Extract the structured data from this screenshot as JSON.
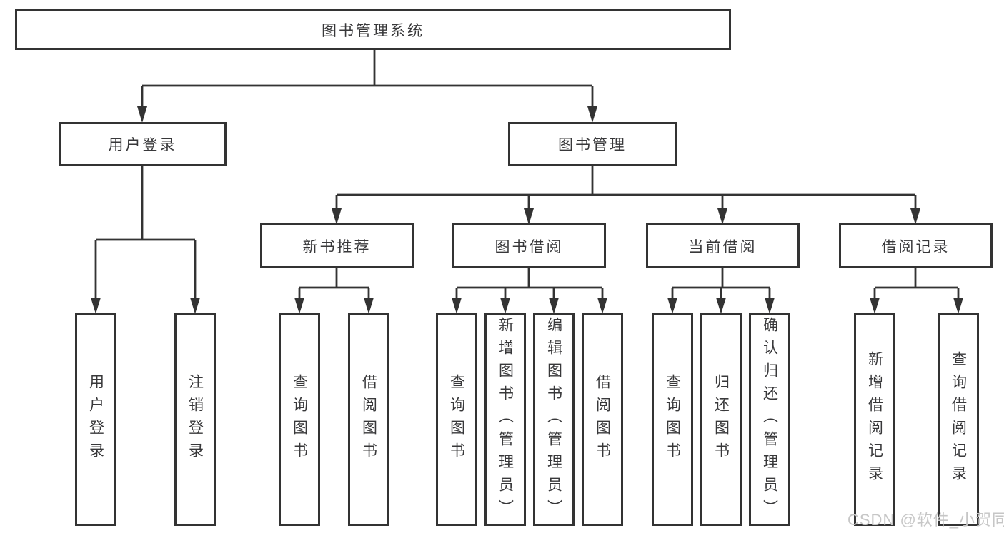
{
  "tree": {
    "root": {
      "label": "图书管理系统",
      "children": [
        {
          "label": "用户登录",
          "children": [
            {
              "label": "用户登录"
            },
            {
              "label": "注销登录"
            }
          ]
        },
        {
          "label": "图书管理",
          "children": [
            {
              "label": "新书推荐",
              "children": [
                {
                  "label": "查询图书"
                },
                {
                  "label": "借阅图书"
                }
              ]
            },
            {
              "label": "图书借阅",
              "children": [
                {
                  "label": "查询图书"
                },
                {
                  "label": "新增图书（管理员）"
                },
                {
                  "label": "编辑图书（管理员）"
                },
                {
                  "label": "借阅图书"
                }
              ]
            },
            {
              "label": "当前借阅",
              "children": [
                {
                  "label": "查询图书"
                },
                {
                  "label": "归还图书"
                },
                {
                  "label": "确认归还（管理员）"
                }
              ]
            },
            {
              "label": "借阅记录",
              "children": [
                {
                  "label": "新增借阅记录"
                },
                {
                  "label": "查询借阅记录"
                }
              ]
            }
          ]
        }
      ]
    }
  },
  "watermark": {
    "text": "CSDN @软件_小贺同学"
  },
  "colors": {
    "line": "#333333",
    "node_border": "#333333",
    "text": "#38383a",
    "watermark": "#c6c6c6",
    "background": "#ffffff"
  }
}
